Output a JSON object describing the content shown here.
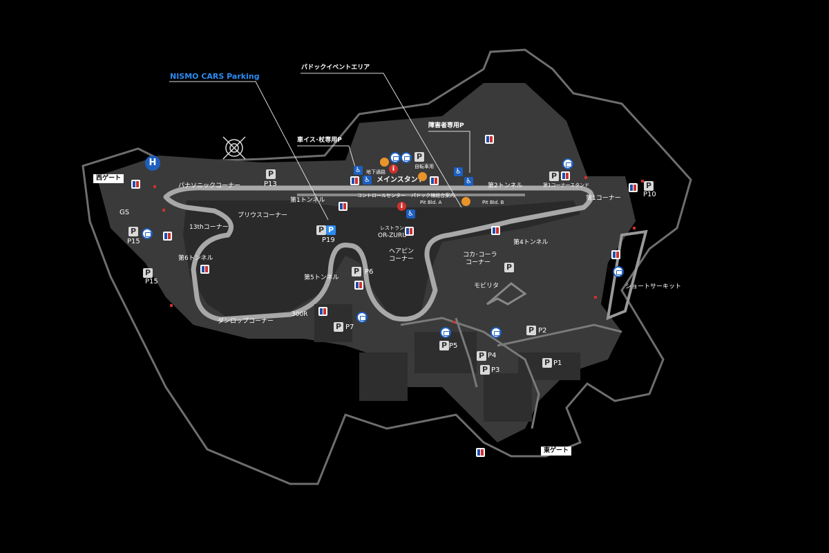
{
  "colors": {
    "background": "#000000",
    "land": "#3a3a3a",
    "road": "#7a7a7a",
    "track": "#9a9a9a",
    "accent_blue": "#2b8bf2",
    "parking": "#d9d9d9"
  },
  "callouts": {
    "nismo_parking": "NISMO CARS Parking",
    "paddock_event_area": "パドックイベントエリア",
    "wheelchair_parking": "車イス･杖専用P",
    "disabled_parking": "障害者専用P"
  },
  "gates": {
    "west": "西ゲート",
    "east": "東ゲート"
  },
  "corners": {
    "panasonic": "パナソニックコーナー",
    "first_tunnel": "第1トンネル",
    "prius": "プリウスコーナー",
    "thirteenth": "13thコーナー",
    "sixth_tunnel": "第6トンネル",
    "fifth_tunnel": "第5トンネル",
    "three_hundred_r": "300R",
    "dunlop": "ダンロップコーナー",
    "second_tunnel": "第2トンネル",
    "first_corner": "第1コーナー",
    "fourth_tunnel": "第4トンネル",
    "cocacola_1": "コカ･コーラ",
    "cocacola_2": "コーナー",
    "hairpin_1": "ヘアピン",
    "hairpin_2": "コーナー"
  },
  "facilities": {
    "main_stand": "メインスタンド",
    "control_center": "コントロールセンター",
    "paddock_info": "パドック棟総合案内",
    "pit_a": "Pit Bld. A",
    "pit_b": "Pit Bld. B",
    "restaurant_1": "レストラン",
    "restaurant_2": "OR-ZURU",
    "mobility": "モビリタ",
    "short_circuit": "ショートサーキット",
    "gs": "GS",
    "underground": "地下通路",
    "bicycle": "自転車用",
    "first_corner_stand": "第1コーナースタンド",
    "heliport": "H"
  },
  "parking": {
    "p1": "P1",
    "p2": "P2",
    "p3": "P3",
    "p4": "P4",
    "p5": "P5",
    "p6": "P6",
    "p7": "P7",
    "p10": "P10",
    "p13": "P13",
    "p15a": "P15",
    "p15b": "P15",
    "p19": "P19",
    "symbol": "P"
  },
  "icons": {
    "info": "i",
    "accessible": "♿"
  }
}
